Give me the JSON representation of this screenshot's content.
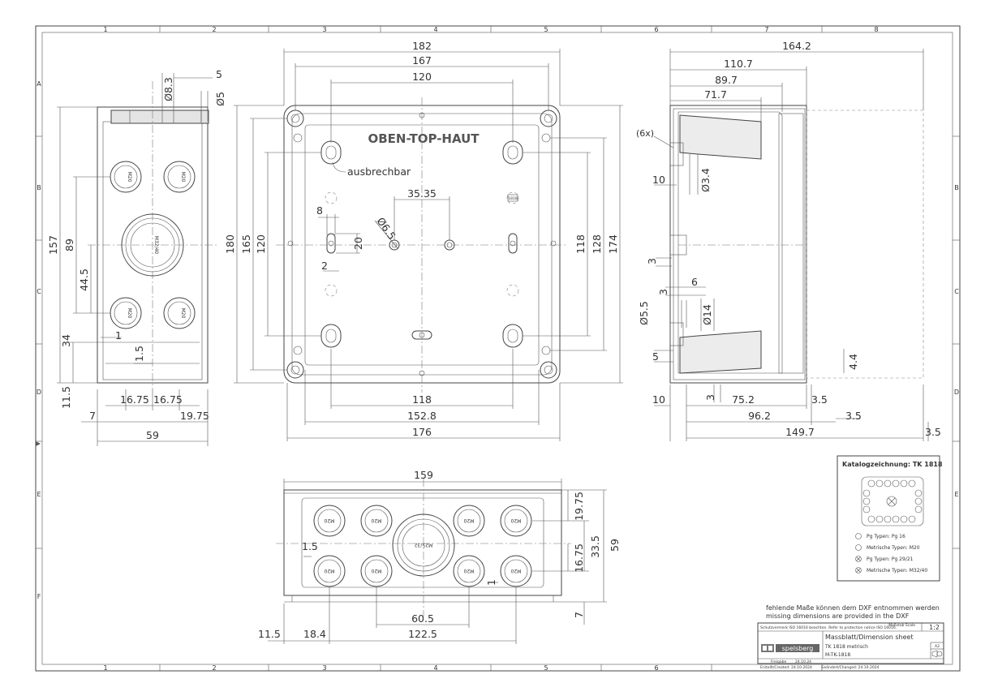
{
  "frame": {
    "cols": [
      "1",
      "2",
      "3",
      "4",
      "5",
      "6",
      "7",
      "8"
    ],
    "rows": [
      "A",
      "B",
      "C",
      "D",
      "E",
      "F"
    ]
  },
  "top_view": {
    "label_top": "OBEN-TOP-HAUT",
    "label_knockout": "ausbrechbar",
    "logo_mark": "1818",
    "dims": {
      "w182": "182",
      "w167": "167",
      "w120": "120",
      "h180": "180",
      "h165": "165",
      "h120": "120",
      "h118": "118",
      "h128": "128",
      "h174": "174",
      "d8": "8",
      "d2": "2",
      "d20": "20",
      "dia65": "Ø6.5",
      "d3535": "35.35",
      "b118": "118",
      "b1528": "152.8",
      "b176": "176"
    }
  },
  "left_view": {
    "glands": [
      "M20",
      "M20",
      "M32/40",
      "M20",
      "M20"
    ],
    "dims": {
      "d5": "5",
      "dia83": "Ø8.3",
      "dia5": "Ø5",
      "v157": "157",
      "v89": "89",
      "v445": "44.5",
      "v34": "34",
      "v115": "11.5",
      "s1": "1",
      "s15": "1.5",
      "h1675a": "16.75",
      "h1675b": "16.75",
      "h7": "7",
      "h1975": "19.75",
      "h59": "59"
    }
  },
  "side_view": {
    "note_6x": "(6x)",
    "dims": {
      "w1642": "164.2",
      "w1107": "110.7",
      "w897": "89.7",
      "w717": "71.7",
      "v10": "10",
      "dia34": "Ø3.4",
      "v3a": "3",
      "v3b": "3",
      "v6": "6",
      "dia55": "Ø5.5",
      "dia14": "Ø14",
      "v5": "5",
      "v44": "4.4",
      "b10": "10",
      "b3": "3",
      "b752": "75.2",
      "b35a": "3.5",
      "b962": "96.2",
      "b35b": "3.5",
      "b1497": "149.7",
      "b35c": "3.5"
    }
  },
  "bottom_view": {
    "glands": [
      "M20",
      "M20",
      "M20",
      "M20",
      "M20",
      "M20",
      "M20",
      "M20"
    ],
    "center_gland": "M25/32",
    "dims": {
      "w159": "159",
      "v1975": "19.75",
      "v335": "33.5",
      "v59": "59",
      "v1675": "16.75",
      "v1": "1",
      "v7": "7",
      "v15": "1.5",
      "w605": "60.5",
      "w115": "11.5",
      "w184": "18.4",
      "w1225": "122.5"
    }
  },
  "catalog": {
    "title": "Katalogzeichnung: TK 1818",
    "legend": [
      {
        "symbol": "circle-empty",
        "text": "Pg Typen: Pg 16"
      },
      {
        "symbol": "circle-empty",
        "text": "Metrische Typen: M20"
      },
      {
        "symbol": "circle-cross",
        "text": "Pg Typen: Pg 29/21"
      },
      {
        "symbol": "circle-cross",
        "text": "Metrische Typen: M32/40"
      }
    ]
  },
  "notes": {
    "line1": "fehlende Maße können dem DXF entnommen werden",
    "line2": "missing dimensions are provided in the DXF"
  },
  "title_block": {
    "protection": "Schutzvermerk ISO 16016 beachten. Refer to protection notice ISO 16016.",
    "scale_label": "Maßstab Scale",
    "scale": "1:2",
    "company": "spelsberg",
    "sheet_title": "Massblatt/Dimension sheet",
    "product": "TK 1818 metrisch",
    "code": "M-TK-1818",
    "format": "A2",
    "fr1": "Freigabe",
    "fr2": "24.10.24",
    "status1": "Erstellt/Created: 24.10.2024",
    "status2": "Geändert/Changed: 24.10.2024"
  }
}
